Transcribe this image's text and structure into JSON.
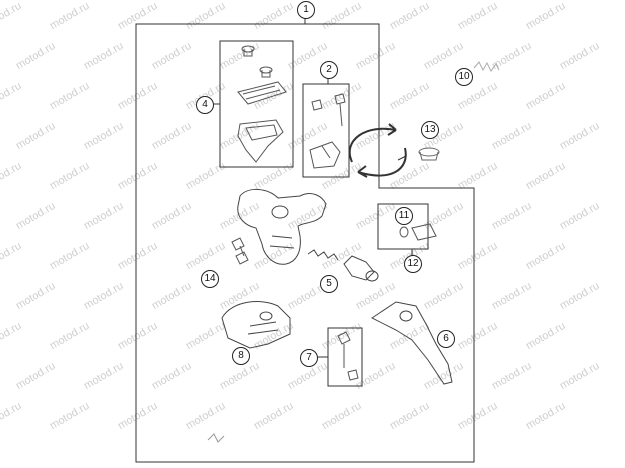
{
  "diagram": {
    "watermark_text": "motod.ru",
    "callouts": [
      {
        "id": "c1",
        "label": "1"
      },
      {
        "id": "c2",
        "label": "2"
      },
      {
        "id": "c4",
        "label": "4"
      },
      {
        "id": "c5",
        "label": "5"
      },
      {
        "id": "c6",
        "label": "6"
      },
      {
        "id": "c7",
        "label": "7"
      },
      {
        "id": "c8",
        "label": "8"
      },
      {
        "id": "c10",
        "label": "10"
      },
      {
        "id": "c11",
        "label": "11"
      },
      {
        "id": "c12",
        "label": "12"
      },
      {
        "id": "c13",
        "label": "13"
      },
      {
        "id": "c14",
        "label": "14"
      }
    ]
  }
}
